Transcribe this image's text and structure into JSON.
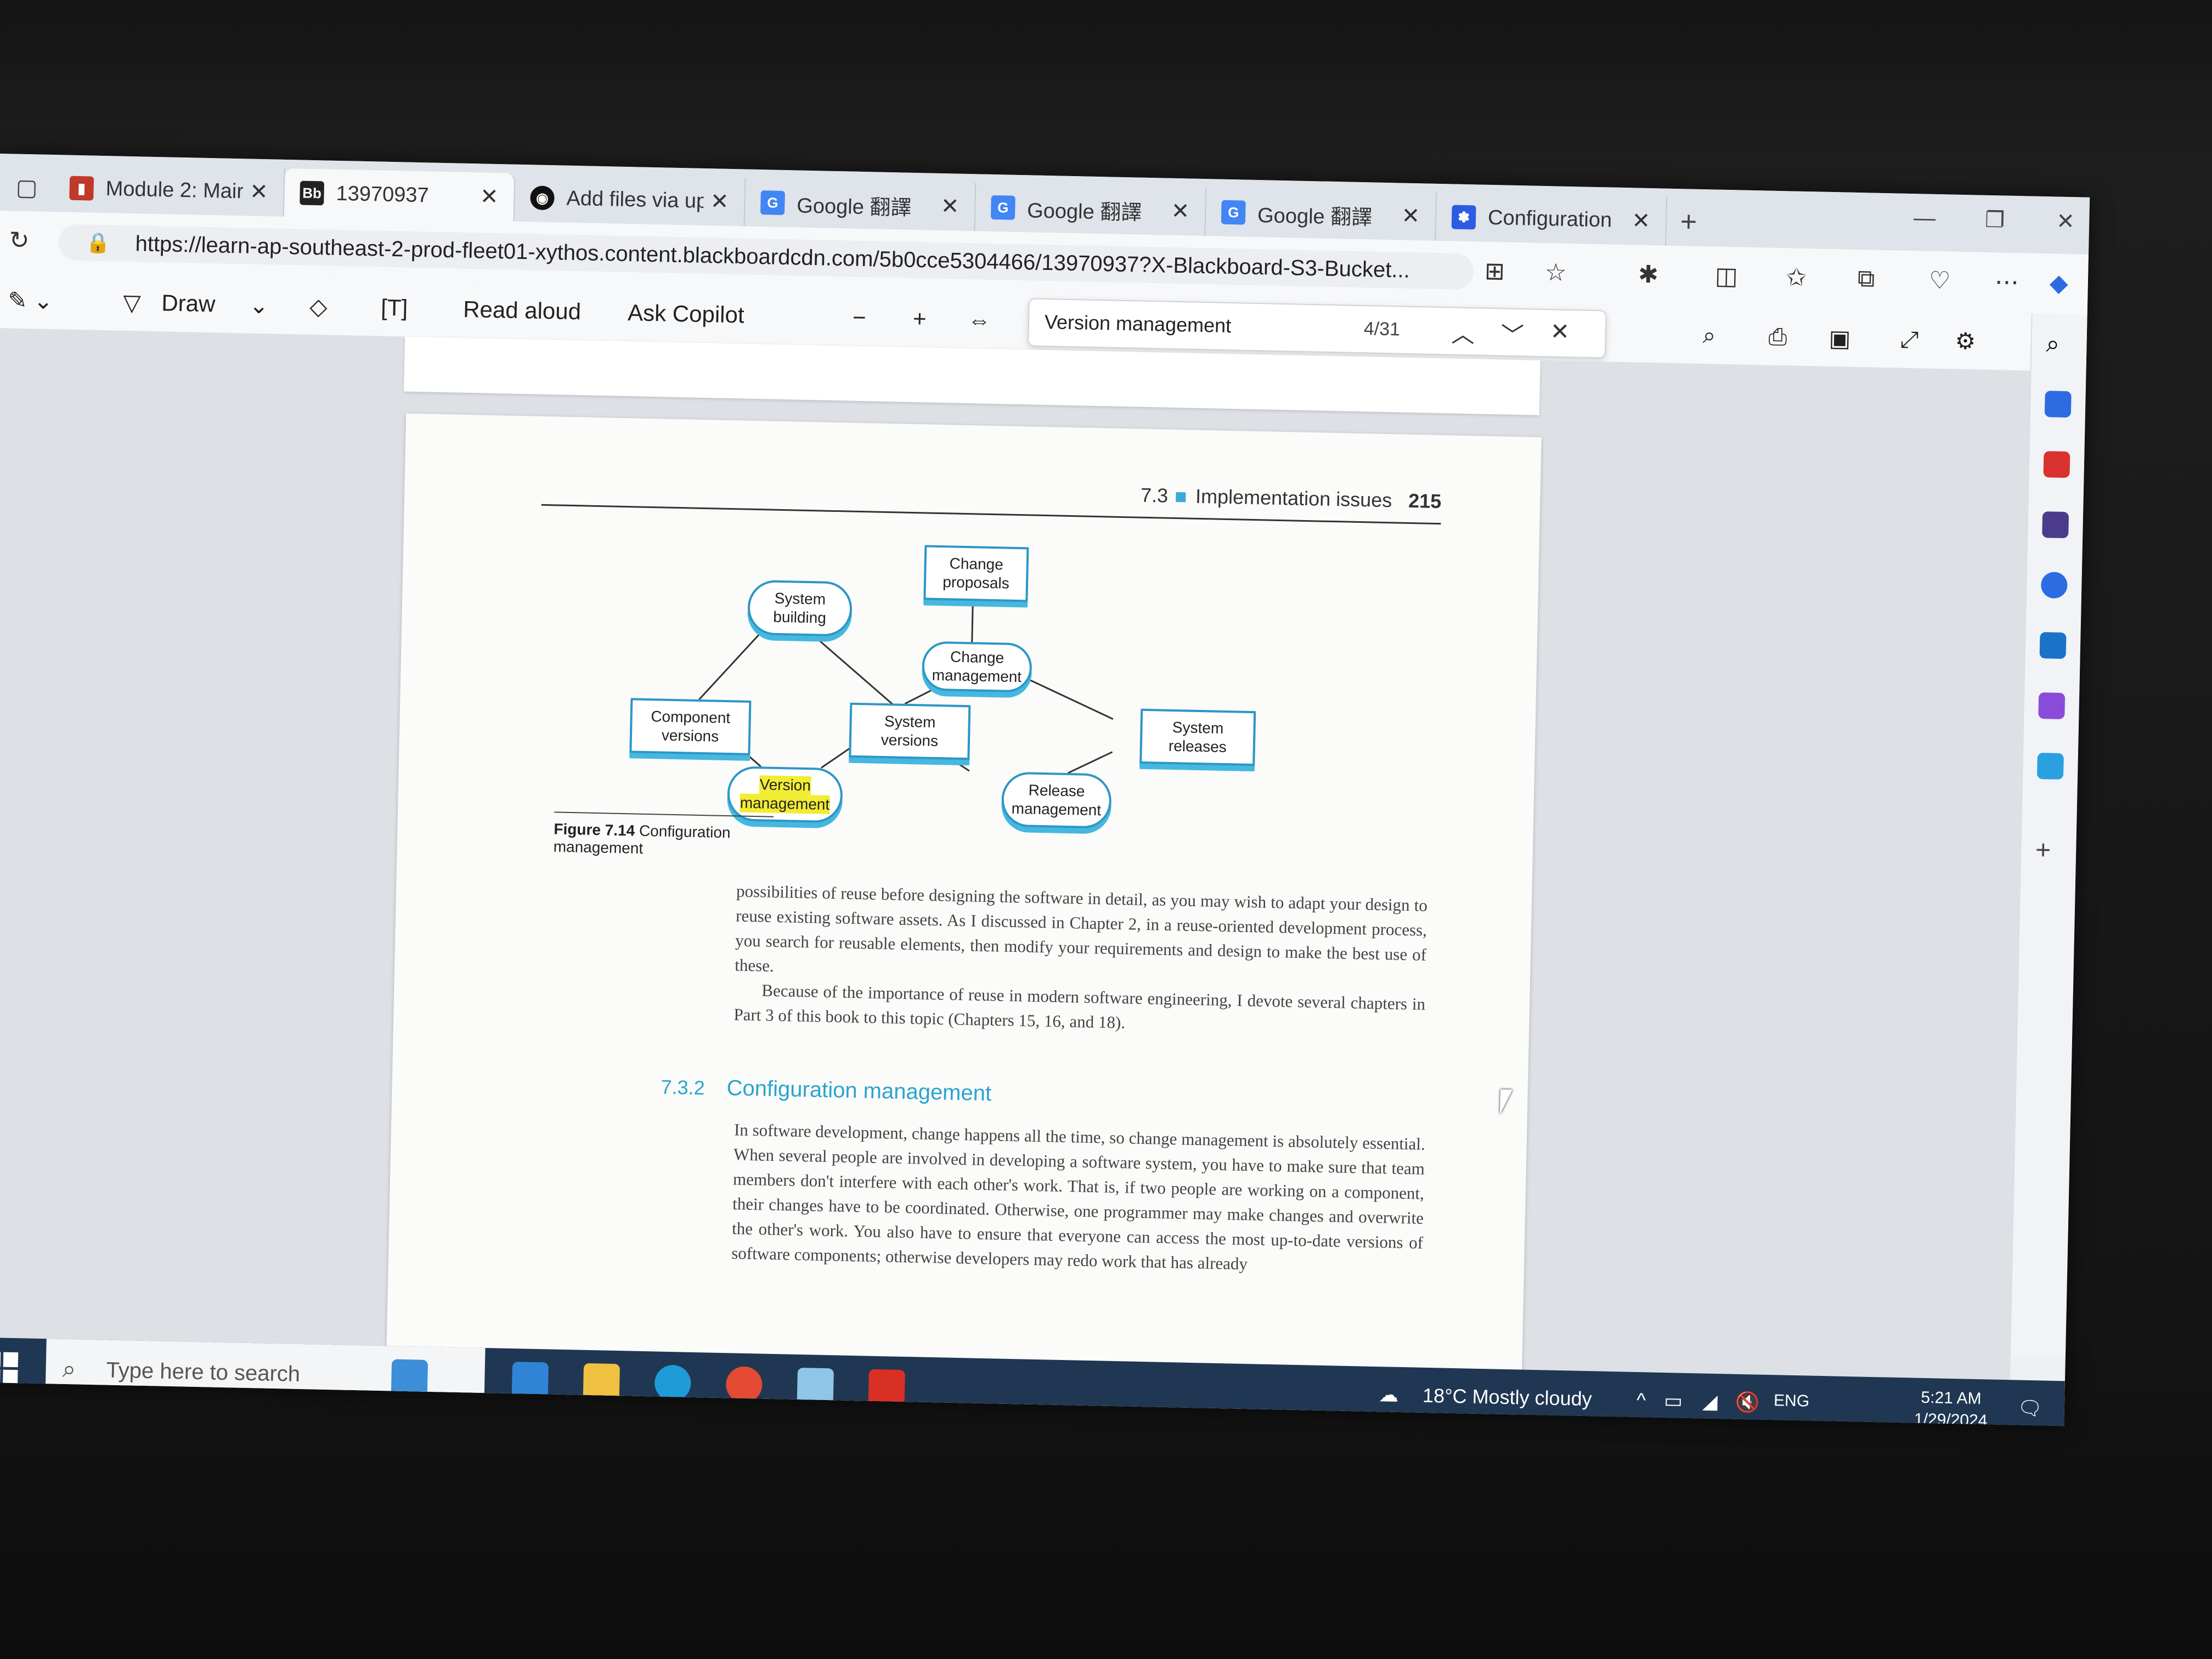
{
  "browser": {
    "tabs": [
      {
        "label": "Module 2: Mair",
        "active": false
      },
      {
        "label": "13970937",
        "active": true
      },
      {
        "label": "Add files via up",
        "active": false
      },
      {
        "label": "Google 翻譯",
        "active": false
      },
      {
        "label": "Google 翻譯",
        "active": false
      },
      {
        "label": "Google 翻譯",
        "active": false
      },
      {
        "label": "Configuration",
        "active": false
      }
    ],
    "tab_icons": [
      "chart-icon",
      "blackboard-icon",
      "github-icon",
      "translate-icon",
      "translate-icon",
      "translate-icon",
      "baidu-icon"
    ],
    "tab_bb_text": "Bb",
    "url": "https://learn-ap-southeast-2-prod-fleet01-xythos.content.blackboardcdn.com/5b0cce5304466/13970937?X-Blackboard-S3-Bucket..."
  },
  "pdf_toolbar": {
    "draw_label": "Draw",
    "read_aloud_label": "Read aloud",
    "ask_copilot_label": "Ask Copilot",
    "find_text": "Version management",
    "find_count": "4/31"
  },
  "page": {
    "section_number": "7.3",
    "section_title": "Implementation issues",
    "page_number": "215",
    "diagram_nodes": {
      "change_proposals": "Change\nproposals",
      "system_building": "System\nbuilding",
      "change_management": "Change\nmanagement",
      "component_versions": "Component\nversions",
      "system_versions": "System\nversions",
      "system_releases": "System\nreleases",
      "version_management_1": "Version",
      "version_management_2": "management",
      "release_management": "Release\nmanagement"
    },
    "figure_label": "Figure 7.14",
    "figure_caption": "Configuration management",
    "para1": "possibilities of reuse before designing the software in detail, as you may wish to adapt your design to reuse existing software assets. As I discussed in Chapter 2, in a reuse-oriented development process, you search for reusable elements, then modify your requirements and design to make the best use of these.",
    "para2": "Because of the importance of reuse in modern software engineering, I devote several chapters in Part 3 of this book to this topic (Chapters 15, 16, and 18).",
    "subsection_number": "7.3.2",
    "subsection_title": "Configuration management",
    "para3": "In software development, change happens all the time, so change management is absolutely essential. When several people are involved in developing a software system, you have to make sure that team members don't interfere with each other's work. That is, if two people are working on a component, their changes have to be coordinated. Otherwise, one programmer may make changes and overwrite the other's work. You also have to ensure that everyone can access the most up-to-date versions of software components; otherwise developers may redo work that has already"
  },
  "taskbar": {
    "search_placeholder": "Type here to search",
    "weather": "18°C  Mostly cloudy",
    "language": "ENG",
    "time": "5:21 AM",
    "date": "1/29/2024"
  },
  "colors": {
    "accent": "#2ba4cf",
    "highlight": "#f2ec34",
    "taskbar": "#1f3752"
  }
}
